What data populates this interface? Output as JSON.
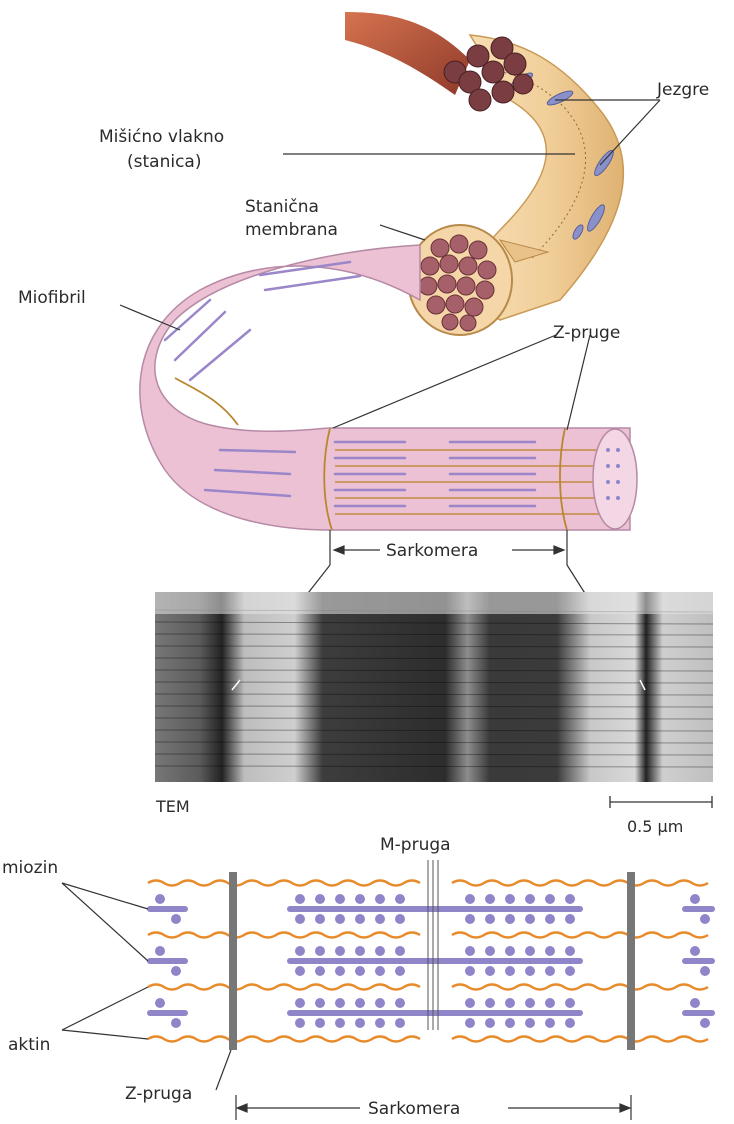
{
  "labels": {
    "nuclei": "Jezgre",
    "muscle_fiber_line1": "Mišićno vlakno",
    "muscle_fiber_line2": "(stanica)",
    "cell_membrane_line1": "Stanična",
    "cell_membrane_line2": "membrana",
    "myofibril": "Miofibril",
    "z_bands": "Z-pruge",
    "sarcomere_top": "Sarkomera",
    "tem": "TEM",
    "scale_bar": "0.5 µm",
    "m_band": "M-pruga",
    "myosin": "miozin",
    "actin": "aktin",
    "z_band": "Z-pruga",
    "sarcomere_bottom": "Sarkomera"
  },
  "colors": {
    "fiber_fill": "#f1cf9a",
    "fiber_edge": "#c99a55",
    "myofibril_fill": "#e8b9cf",
    "myofibril_band": "#9a86c8",
    "z_line": "#b8872e",
    "actin": "#e8892a",
    "myosin": "#8f85c9",
    "z_disc": "#777777",
    "tem_dark": "#2a2a2a",
    "tem_light": "#d6d6d6",
    "bundle": "#7a3e42",
    "muscle": "#b2563c"
  }
}
